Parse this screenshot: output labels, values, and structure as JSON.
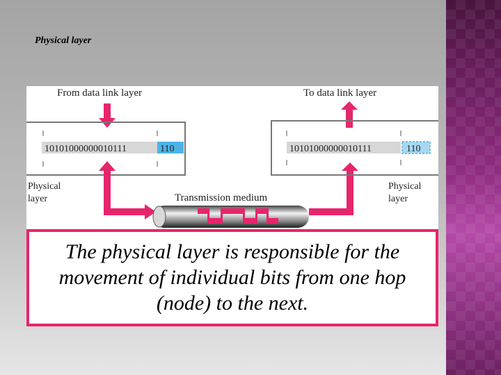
{
  "slide": {
    "title": "Physical layer",
    "caption": "The physical layer is responsible for the movement of individual bits from one hop (node) to the next."
  },
  "diagram": {
    "sender": {
      "label_from": "From data link layer",
      "bits": "10101000000010111",
      "extra_bits": "110",
      "layer_label_line1": "Physical",
      "layer_label_line2": "layer"
    },
    "receiver": {
      "label_to": "To data link layer",
      "bits": "10101000000010111",
      "extra_bits": "110",
      "layer_label_line1": "Physical",
      "layer_label_line2": "layer"
    },
    "medium_label": "Transmission medium"
  },
  "colors": {
    "accent_pink": "#e7256c",
    "extra_bits_blue": "#4db3e6",
    "side_panel_purple": "#8e2c80"
  }
}
